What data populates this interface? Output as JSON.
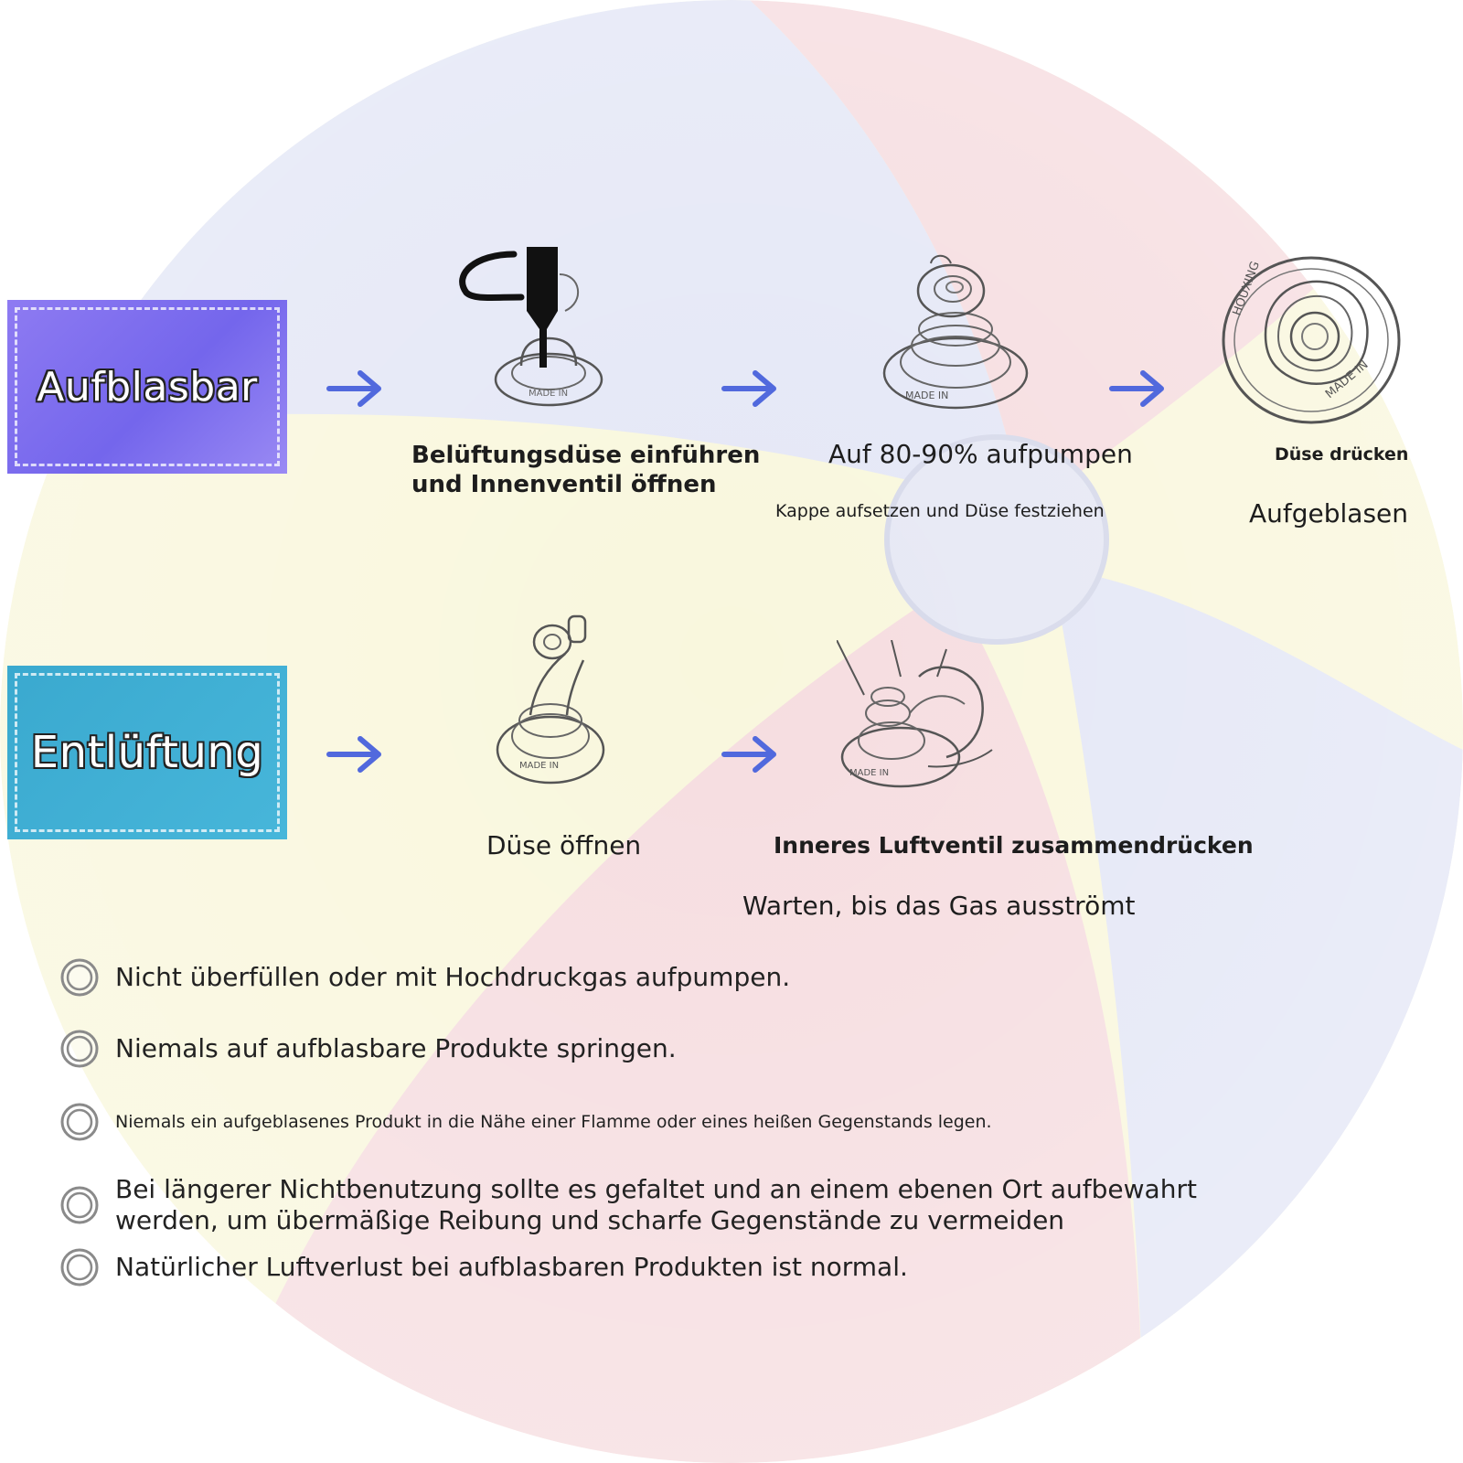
{
  "colors": {
    "inflate_box": "#7a6cee",
    "deflate_box": "#44b2d8",
    "arrow": "#5169dd",
    "ball_blue": "#e4e7f6",
    "ball_red": "#f6dde0",
    "ball_yellow": "#f9f7dd"
  },
  "inflate": {
    "label": "Aufblasbar",
    "steps": [
      {
        "icon": "nozzle-insert-illustration",
        "lines": [
          "Belüftungsdüse einführen",
          "und Innenventil öffnen"
        ]
      },
      {
        "icon": "valve-pump-illustration",
        "text": "Auf 80-90% aufpumpen",
        "sub": "Kappe aufsetzen und Düse festziehen"
      },
      {
        "icon": "valve-closed-illustration",
        "small": "Düse drücken",
        "text": "Aufgeblasen"
      }
    ]
  },
  "deflate": {
    "label": "Entlüftung",
    "steps": [
      {
        "icon": "valve-open-illustration",
        "text": "Düse öffnen"
      },
      {
        "icon": "valve-squeeze-illustration",
        "text": "Inneres Luftventil zusammendrücken",
        "sub": "Warten, bis das Gas ausströmt"
      }
    ]
  },
  "warnings": [
    "Nicht überfüllen oder mit Hochdruckgas aufpumpen.",
    "Niemals auf aufblasbare Produkte springen.",
    "Niemals ein aufgeblasenes Produkt in die Nähe einer Flamme oder eines heißen Gegenstands legen.",
    "Bei längerer Nichtbenutzung sollte es gefaltet und an einem ebenen Ort aufbewahrt",
    "werden, um übermäßige Reibung und scharfe Gegenstände zu vermeiden",
    "Natürlicher Luftverlust bei aufblasbaren Produkten ist normal."
  ]
}
